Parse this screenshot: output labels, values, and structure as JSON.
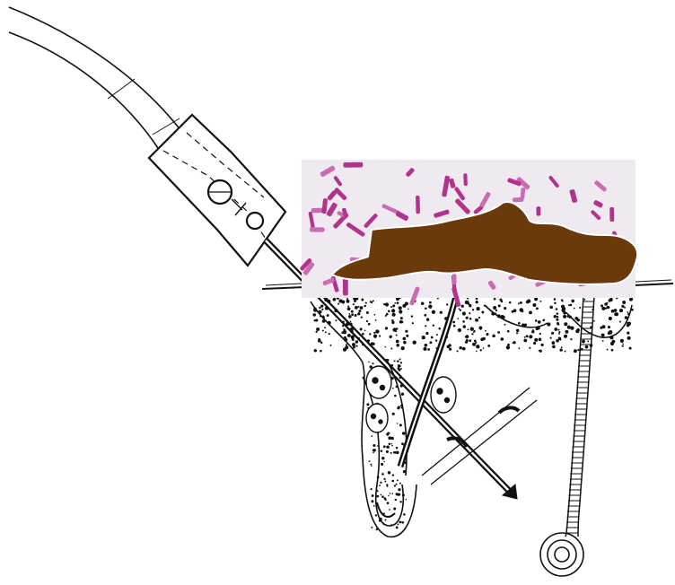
{
  "figure": {
    "parts": [
      "flexible-tube",
      "needle-hub",
      "needle",
      "skin-surface",
      "hair-follicle",
      "hair-shaft",
      "sebaceous-gland",
      "sweat-gland-duct",
      "sweat-gland-coil",
      "bacteria-micrograph-inset",
      "brown-particle"
    ],
    "colors": {
      "line": "#111111",
      "bacteria": "#b0338d",
      "bacteria_light": "#c96cb2",
      "micrograph_background": "#efe9f0",
      "particle": "#6b3a0c",
      "particle_outline": "#ffffff"
    }
  }
}
